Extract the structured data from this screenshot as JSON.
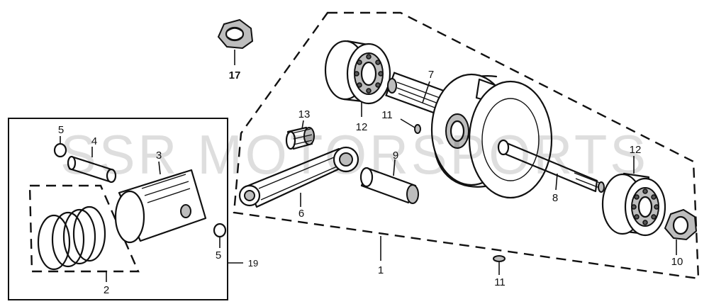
{
  "watermark": "SSR MOTORSPORTS",
  "callouts": {
    "c1": "1",
    "c2": "2",
    "c3": "3",
    "c4": "4",
    "c5a": "5",
    "c5b": "5",
    "c6": "6",
    "c7": "7",
    "c8": "8",
    "c9": "9",
    "c10": "10",
    "c11a": "11",
    "c11b": "11",
    "c12a": "12",
    "c12b": "12",
    "c13": "13",
    "c17": "17",
    "c19": "19"
  }
}
